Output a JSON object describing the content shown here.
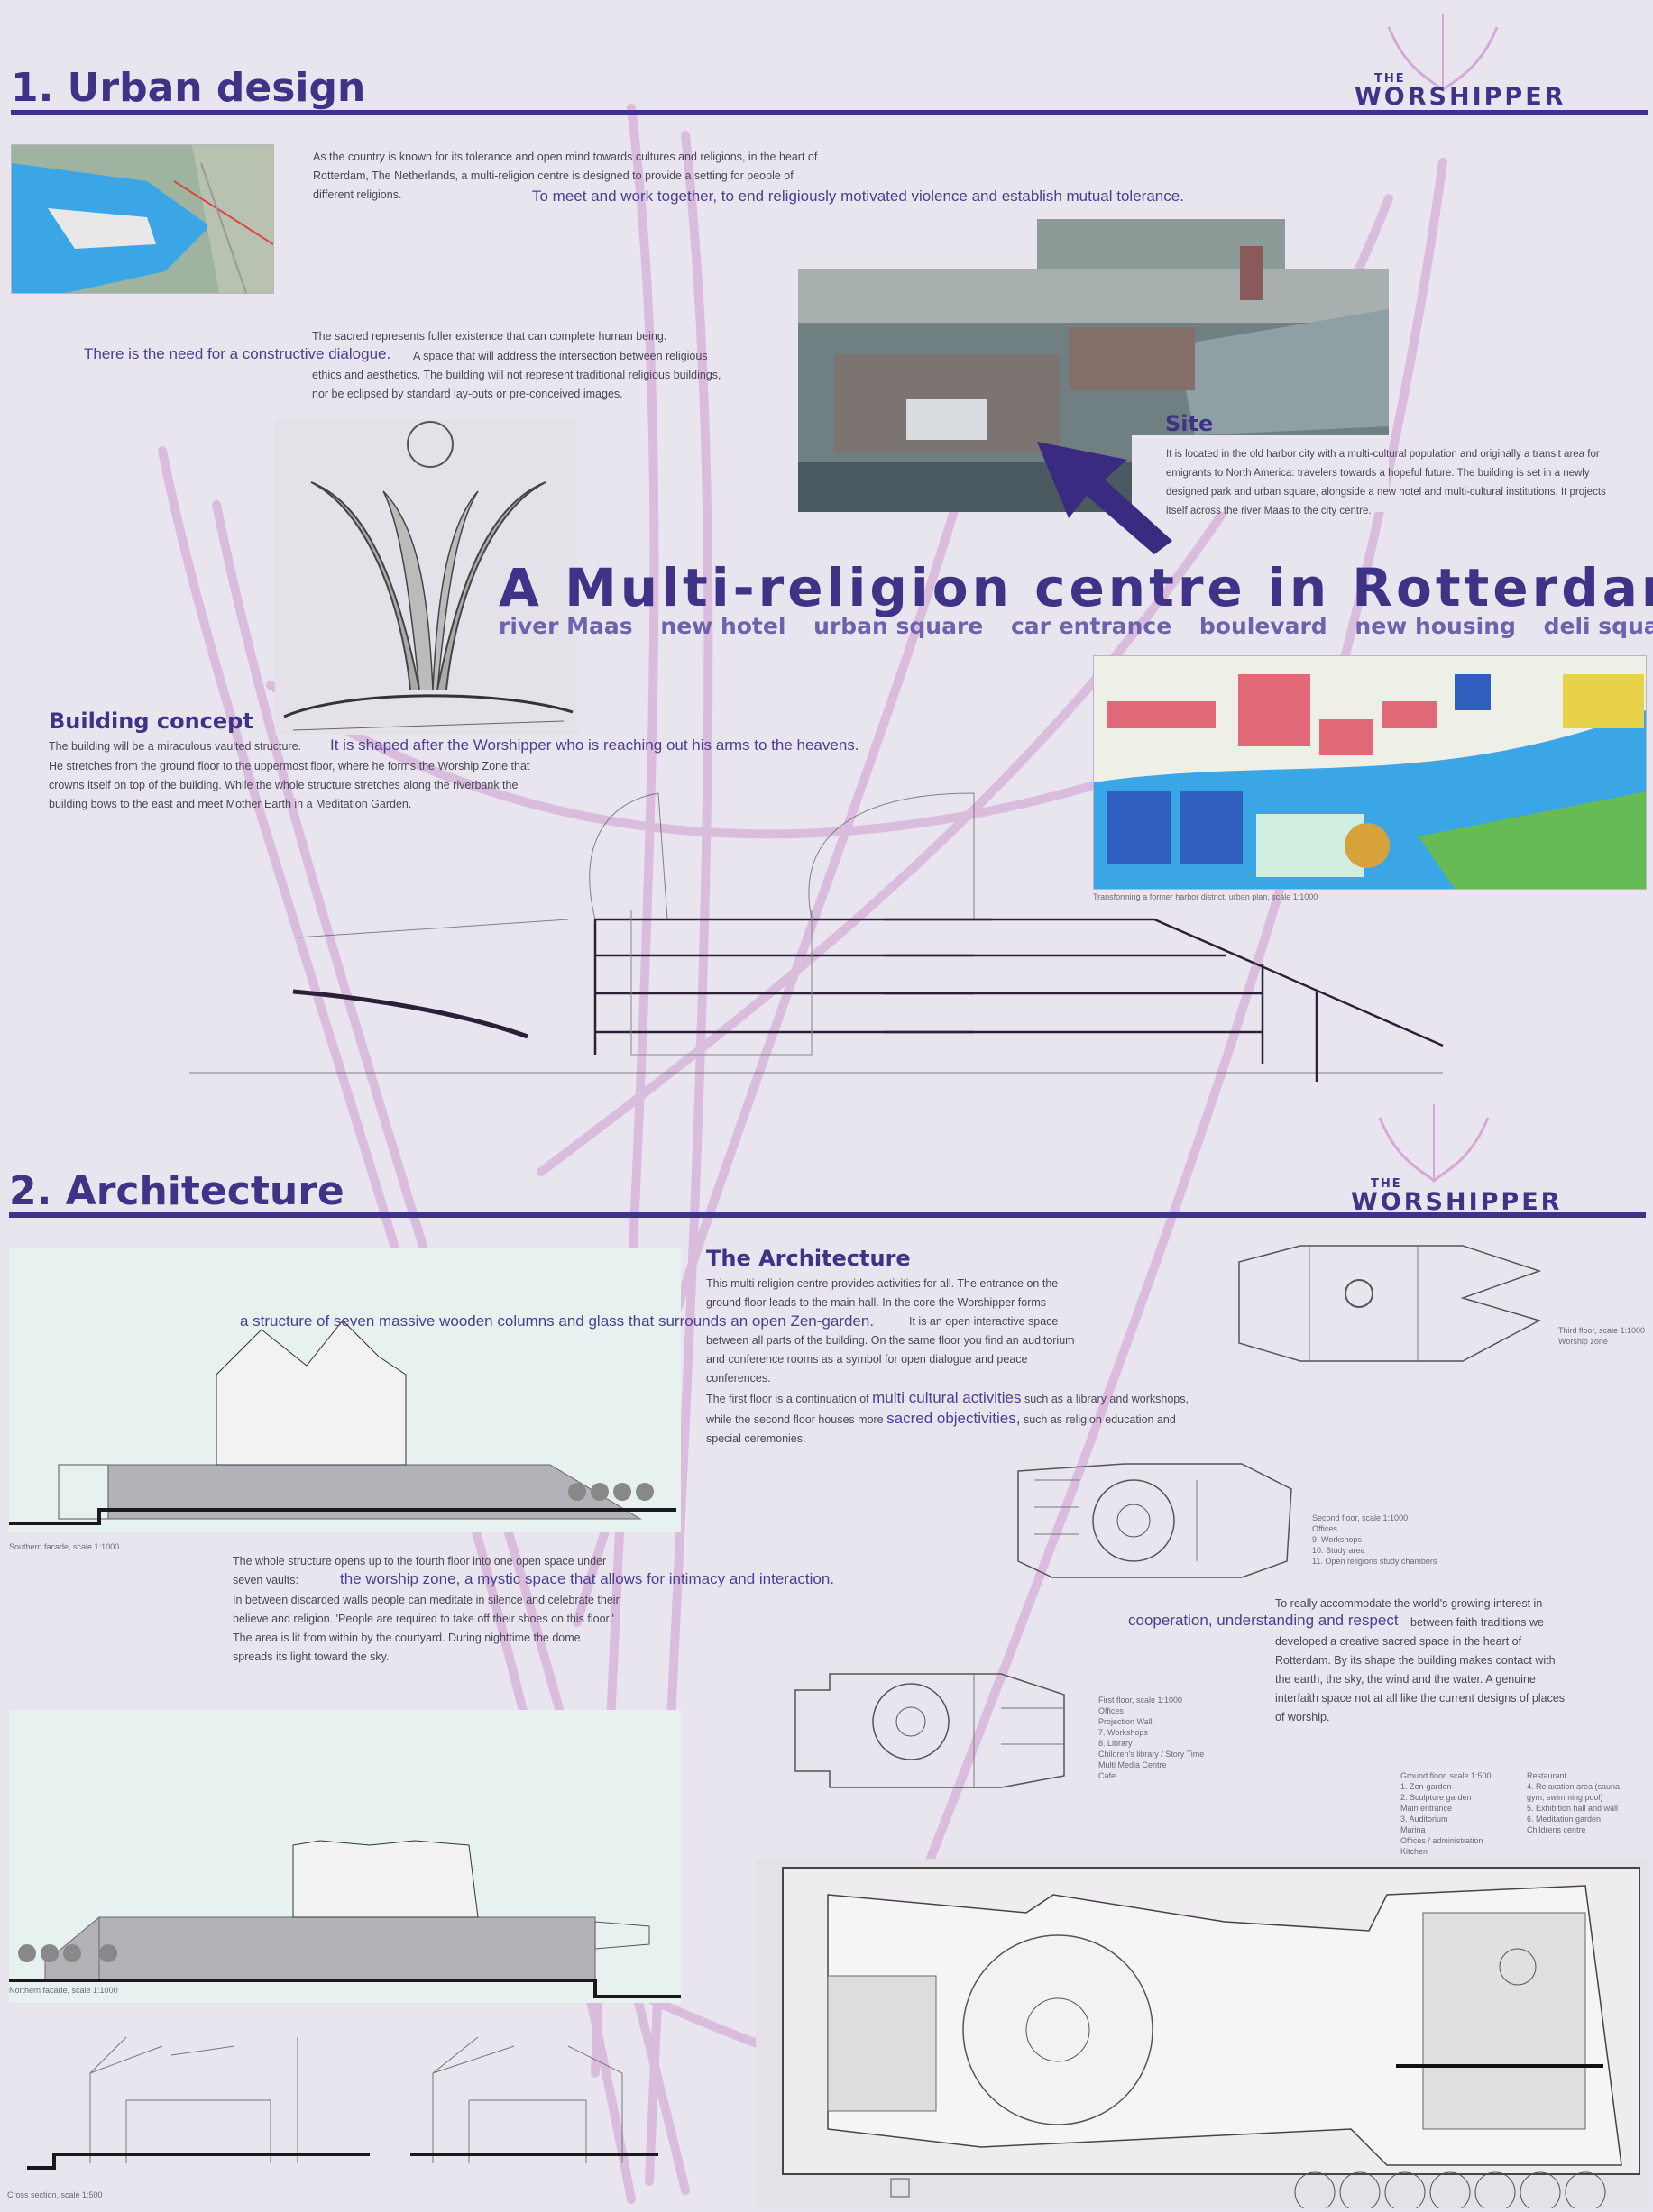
{
  "colors": {
    "brand": "#3e3386",
    "accent_purple": "#4a3f94",
    "sketch_pink": "#c88cc8",
    "water": "#3aa6e6"
  },
  "header1": {
    "title": "1. Urban design",
    "logo_small": "THE",
    "logo_big": "WORSHIPPER"
  },
  "intro": {
    "text": "As the country is known for its tolerance and open mind towards cultures and religions, in the heart of Rotterdam, The Netherlands, a multi-religion centre is designed to provide a setting for people of different religions.",
    "lead": "To meet and work together, to end religiously motivated violence and establish mutual tolerance."
  },
  "dialogue": {
    "line1": "The sacred represents fuller existence that can complete human being.",
    "lead": "There is the need for a constructive dialogue.",
    "rest": "A space that will address the intersection between religious ethics and aesthetics. The building will not represent traditional religious buildings, nor be eclipsed by standard lay-outs or pre-conceived images."
  },
  "site": {
    "heading": "Site",
    "text": "It is located in the old harbor city with a multi-cultural population and originally a transit area for emigrants to North America: travelers towards a hopeful future. The building is set in a newly designed park and urban square, alongside a new hotel and multi-cultural institutions. It projects itself across the river Maas to the city centre."
  },
  "main_title": "A Multi-religion centre in Rotterdam",
  "tags": [
    "river Maas",
    "new hotel",
    "urban square",
    "car entrance",
    "boulevard",
    "new housing",
    "deli square"
  ],
  "concept": {
    "heading": "Building concept",
    "pre": "The building will be a miraculous vaulted structure.",
    "lead": "It is shaped after the Worshipper who is reaching out his arms to the heavens.",
    "text": "He stretches from the ground floor to the uppermost floor, where he forms the Worship Zone that crowns itself on top of the building. While the whole structure stretches along the riverbank the building bows to the east and meet Mother Earth in a Meditation Garden."
  },
  "urban_plan_caption": "Transforming a former harbor district, urban plan, scale 1:1000",
  "header2": {
    "title": "2. Architecture",
    "logo_small": "THE",
    "logo_big": "WORSHIPPER"
  },
  "architecture": {
    "heading": "The Architecture",
    "p1": "This multi religion centre provides activities for all. The entrance on the ground floor leads to the main hall. In the core the Worshipper forms",
    "lead1": "a structure of seven massive wooden columns and glass that surrounds an open Zen-garden.",
    "p2": "It is an open interactive space between all parts of the building. On the same floor you find an auditorium and conference rooms as a symbol for open dialogue and peace conferences.",
    "p3a": "The first floor is a continuation of",
    "lead2": "multi cultural activities",
    "p3b": "such as a library and workshops, while the second floor houses more",
    "lead3": "sacred objectivities,",
    "p3c": "such as religion education and special ceremonies."
  },
  "worship": {
    "pre": "The whole structure opens up to the fourth floor into one open space under seven vaults:",
    "lead": "the worship zone, a mystic space that allows for intimacy and interaction.",
    "text": "In between discarded walls people can meditate in silence and celebrate their believe and religion. 'People are required to take off their shoes on this floor.' The area is lit from within by the courtyard. During nighttime the dome spreads its light toward the sky."
  },
  "cooperation": {
    "pre": "To really accommodate the world's growing interest in",
    "lead": "cooperation, understanding and respect",
    "text": "between faith traditions we developed a creative sacred space in the heart of Rotterdam. By its shape the building makes contact with the earth, the sky, the wind and the water. A genuine interfaith space not at all like the current designs of places of worship."
  },
  "captions": {
    "southern": "Southern facade, scale 1:1000",
    "northern": "Northern facade, scale 1:1000",
    "cross": "Cross section, scale 1:500",
    "third": "Third floor, scale 1:1000",
    "third_sub": "Worship zone"
  },
  "second_floor": {
    "title": "Second floor, scale 1:1000",
    "items": [
      "Offices",
      "9. Workshops",
      "10. Study area",
      "11. Open religions study chambers"
    ]
  },
  "first_floor": {
    "title": "First floor, scale 1:1000",
    "items": [
      "Offices",
      "Projection Wall",
      "7. Workshops",
      "8. Library",
      "Children's library / Story Time",
      "Multi Media Centre",
      "Cafe"
    ]
  },
  "ground_floor": {
    "title": "Ground floor, scale 1:500",
    "col1": [
      "1. Zen-garden",
      "2. Sculpture garden",
      "Main entrance",
      "3. Auditorium",
      "Marina",
      "Offices / administration",
      "Kitchen"
    ],
    "col2": [
      "Restaurant",
      "4. Relaxation area (sauna, gym, swimming pool)",
      "5. Exhibition hall and wall",
      "6. Meditation garden",
      "Childrens centre"
    ]
  }
}
